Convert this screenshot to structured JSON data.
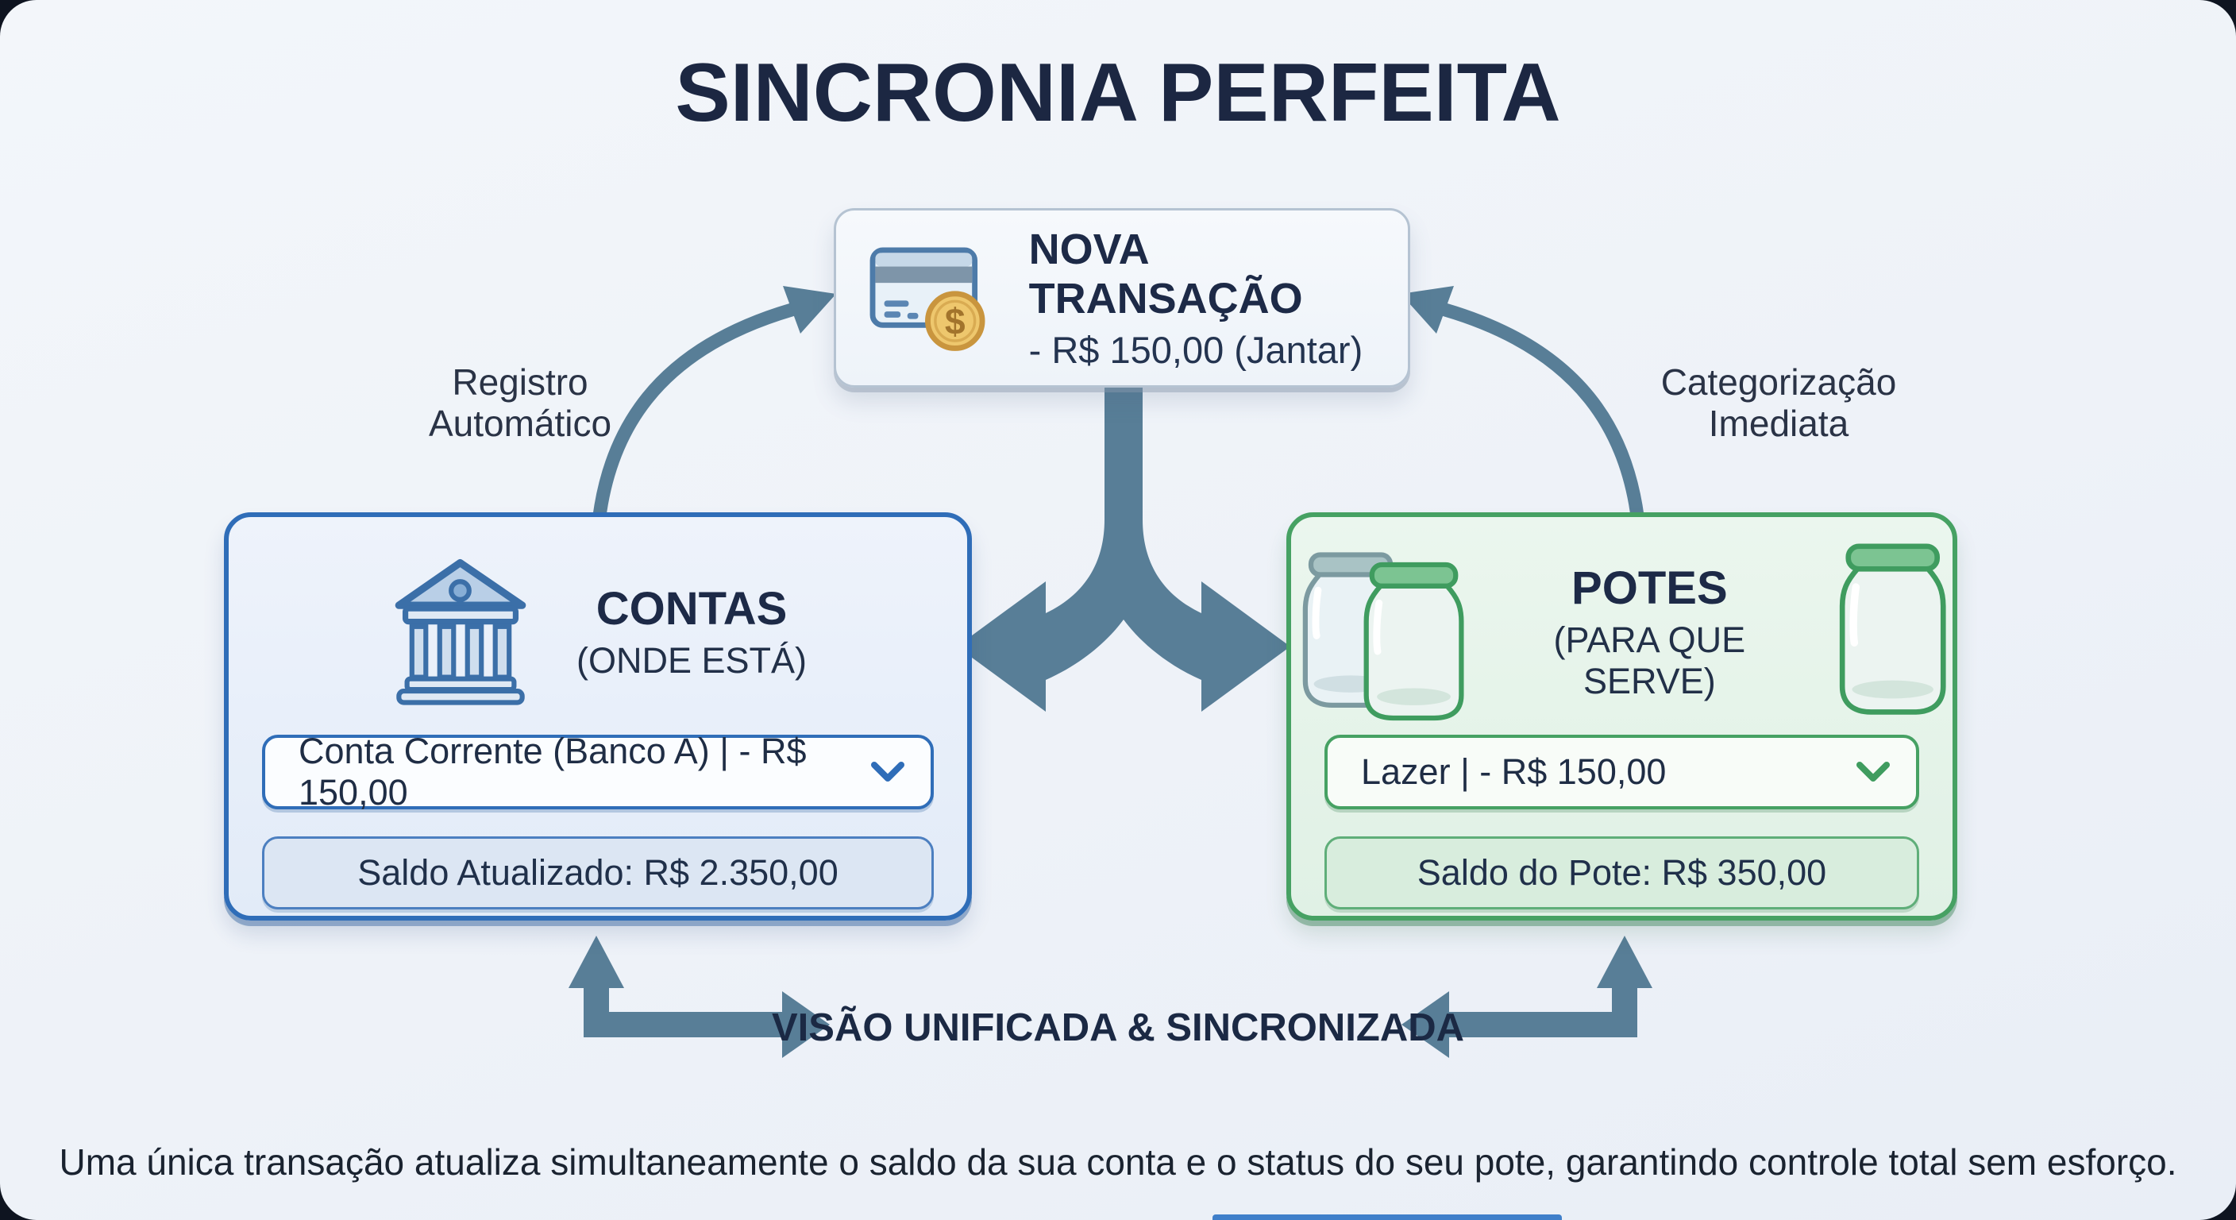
{
  "title": "SINCRONIA PERFEITA",
  "transaction_card": {
    "title": "NOVA TRANSAÇÃO",
    "detail": "- R$ 150,00 (Jantar)",
    "icon": "credit-card-coin-icon"
  },
  "labels": {
    "left_line1": "Registro",
    "left_line2": "Automático",
    "right_line1": "Categorização",
    "right_line2": "Imediata"
  },
  "accounts": {
    "title": "CONTAS",
    "subtitle": "(ONDE ESTÁ)",
    "icon": "bank-icon",
    "selector_value": "Conta Corrente (Banco A) | - R$ 150,00",
    "balance": "Saldo Atualizado: R$ 2.350,00"
  },
  "pots": {
    "title": "POTES",
    "subtitle": "(PARA QUE SERVE)",
    "icon": "jars-icon",
    "selector_value": "Lazer | - R$ 150,00",
    "balance": "Saldo do Pote: R$ 350,00"
  },
  "banner": "VISÃO UNIFICADA & SINCRONIZADA",
  "footer": "Uma única transação atualiza simultaneamente o saldo da sua conta e o status do seu pote, garantindo controle total sem esforço.",
  "colors": {
    "accent_blue": "#2f6db8",
    "accent_green": "#46a163",
    "arrow_steel": "#587e97",
    "title_navy": "#1c2742",
    "coin_gold": "#eec76d"
  }
}
